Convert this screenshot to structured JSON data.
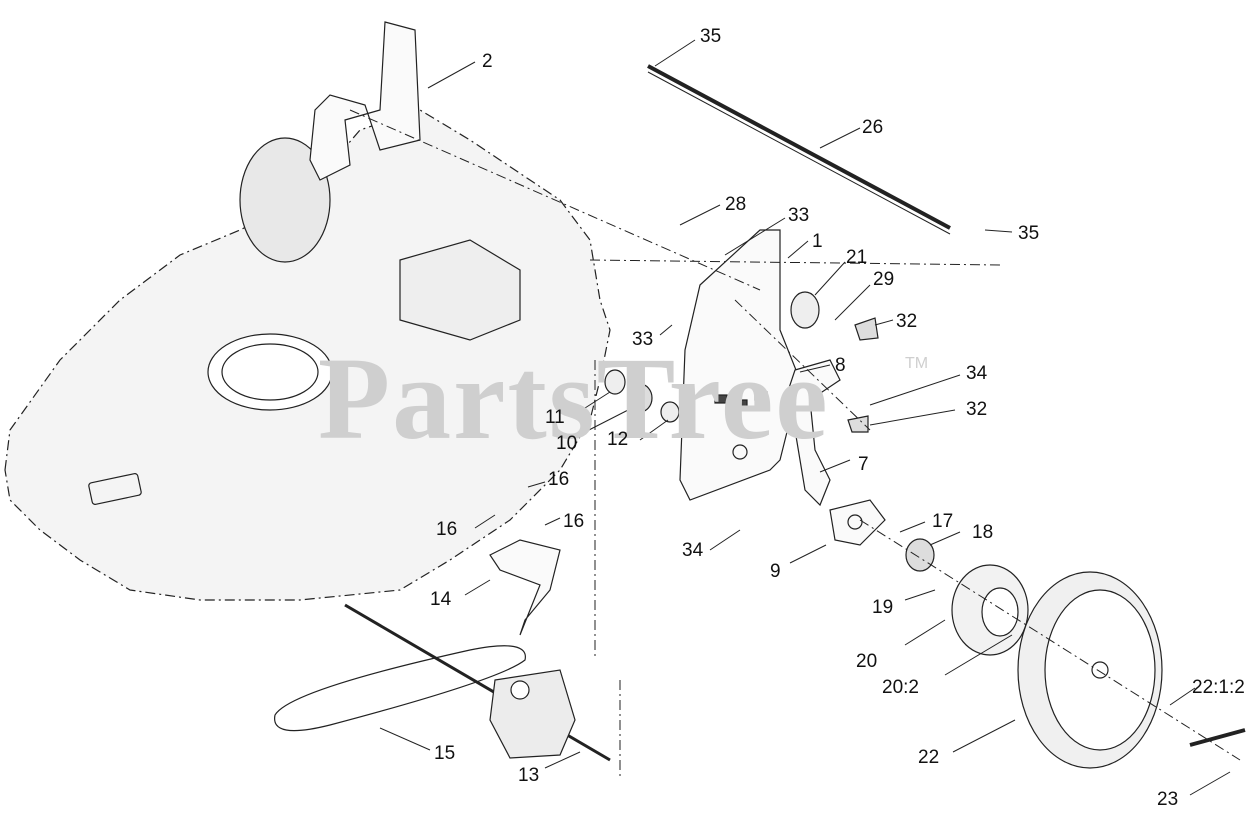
{
  "watermark": {
    "text": "PartsTree",
    "trademark": "TM"
  },
  "callouts": [
    {
      "id": "c2",
      "text": "2"
    },
    {
      "id": "c35a",
      "text": "35"
    },
    {
      "id": "c26",
      "text": "26"
    },
    {
      "id": "c35b",
      "text": "35"
    },
    {
      "id": "c28",
      "text": "28"
    },
    {
      "id": "c33a",
      "text": "33"
    },
    {
      "id": "c1",
      "text": "1"
    },
    {
      "id": "c21",
      "text": "21"
    },
    {
      "id": "c29",
      "text": "29"
    },
    {
      "id": "c32a",
      "text": "32"
    },
    {
      "id": "c33b",
      "text": "33"
    },
    {
      "id": "c8",
      "text": "8"
    },
    {
      "id": "c34a",
      "text": "34"
    },
    {
      "id": "c32b",
      "text": "32"
    },
    {
      "id": "c11",
      "text": "11"
    },
    {
      "id": "c10",
      "text": "10"
    },
    {
      "id": "c12",
      "text": "12"
    },
    {
      "id": "c7",
      "text": "7"
    },
    {
      "id": "c16a",
      "text": "16"
    },
    {
      "id": "c16b",
      "text": "16"
    },
    {
      "id": "c16c",
      "text": "16"
    },
    {
      "id": "c34b",
      "text": "34"
    },
    {
      "id": "c9",
      "text": "9"
    },
    {
      "id": "c17",
      "text": "17"
    },
    {
      "id": "c18",
      "text": "18"
    },
    {
      "id": "c14",
      "text": "14"
    },
    {
      "id": "c19",
      "text": "19"
    },
    {
      "id": "c20",
      "text": "20"
    },
    {
      "id": "c20_2",
      "text": "20:2"
    },
    {
      "id": "c22_1_2",
      "text": "22:1:2"
    },
    {
      "id": "c15",
      "text": "15"
    },
    {
      "id": "c22",
      "text": "22"
    },
    {
      "id": "c13",
      "text": "13"
    },
    {
      "id": "c23",
      "text": "23"
    }
  ]
}
